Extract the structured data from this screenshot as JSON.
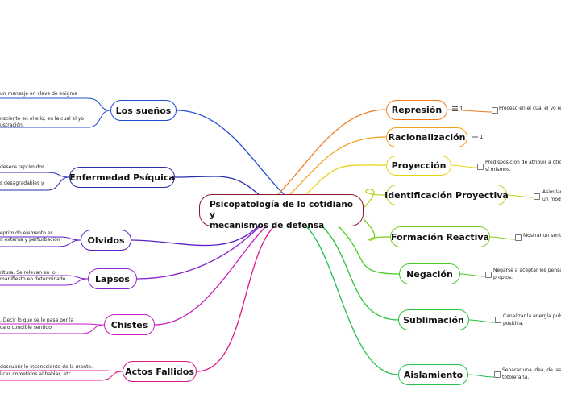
{
  "central": {
    "line1": "Psicopatología de lo cotidiano y",
    "line2": "mecanismos de defensa"
  },
  "left_branches": [
    {
      "label": "Los sueños",
      "color": "#1f4fd1",
      "notes": [
        "un mensaje en clave de enigma",
        "",
        "nsciente en el ello, en la cual el yo",
        "ustración."
      ]
    },
    {
      "label": "Enfermedad Psíquica",
      "color": "#2a2fa8",
      "notes": [
        "deseos reprimidos.",
        "s desagradables y"
      ]
    },
    {
      "label": "Olvidos",
      "color": "#5b21c4",
      "notes": [
        "eprimido elemento es",
        "n externa y perturbación"
      ]
    },
    {
      "label": "Lapsos",
      "color": "#8a24c9",
      "notes": [
        "ritura. Se relevan en lo",
        "manifiesto en determinado"
      ]
    },
    {
      "label": "Chistes",
      "color": "#c81fc3",
      "notes": [
        ". Decir lo que se le pasa por la",
        "ca o condible sentido."
      ]
    },
    {
      "label": "Actos Fallidos",
      "color": "#e0178b",
      "notes": [
        "descubrir lo inconsciente de la mente.",
        "lices cometidos al hablar, etc."
      ]
    }
  ],
  "right_branches": [
    {
      "label": "Represión",
      "color": "#f07a1d",
      "count": "1",
      "note": [
        "Proceso en el cual el yo repr"
      ]
    },
    {
      "label": "Racionalización",
      "color": "#f3a21e",
      "count": "1",
      "note": []
    },
    {
      "label": "Proyección",
      "color": "#e7d417",
      "note": [
        "Predisposición de atribuir a otros a",
        "sí mismos."
      ]
    },
    {
      "label": "Identificación Proyectiva",
      "color": "#b6d31a",
      "note": [
        "Asimilar",
        "un mode"
      ]
    },
    {
      "label": "Formación Reactiva",
      "color": "#7bcf1c",
      "note": [
        "Mostrar un senti"
      ]
    },
    {
      "label": "Negación",
      "color": "#44cb22",
      "note": [
        "Negarse a aceptar los pensam",
        "propios."
      ]
    },
    {
      "label": "Sublimación",
      "color": "#27c43a",
      "note": [
        "Canalizar la energía pulsio",
        "positiva."
      ]
    },
    {
      "label": "Aislamiento",
      "color": "#22be4f",
      "note": [
        "Separar una idea, de las e",
        "totolerarla."
      ]
    }
  ]
}
